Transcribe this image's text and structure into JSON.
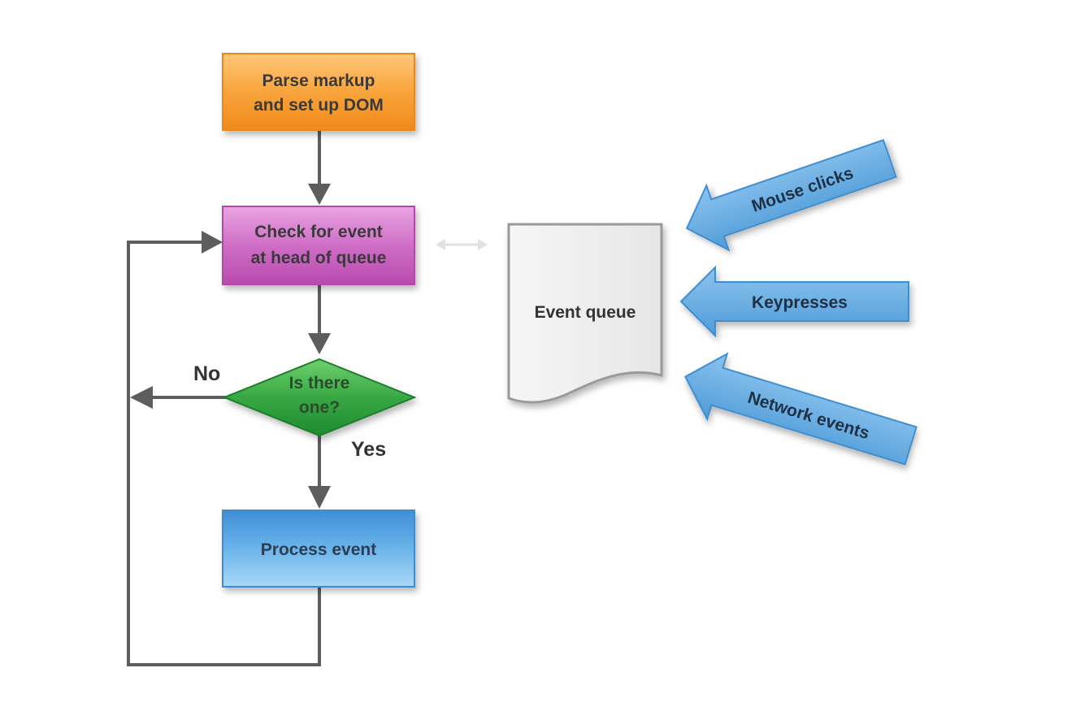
{
  "nodes": {
    "parse": {
      "line1": "Parse markup",
      "line2": "and set up DOM"
    },
    "check": {
      "line1": "Check for event",
      "line2": "at head of queue"
    },
    "decision": {
      "line1": "Is there",
      "line2": "one?"
    },
    "process": {
      "label": "Process event"
    },
    "queue": {
      "label": "Event queue"
    }
  },
  "branches": {
    "no": "No",
    "yes": "Yes"
  },
  "inputs": [
    {
      "label": "Mouse clicks"
    },
    {
      "label": "Keypresses"
    },
    {
      "label": "Network events"
    }
  ],
  "colors": {
    "parse": "#f7a33a",
    "check": "#c65bbd",
    "decision": "#2f9a3e",
    "process": "#5aa7e3",
    "input_arrow": "#5ea8e0",
    "connector": "#5d5d5d"
  }
}
